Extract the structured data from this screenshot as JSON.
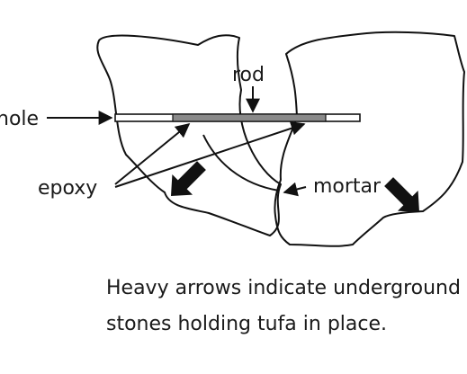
{
  "labels": {
    "rod": "rod",
    "hole": "hole",
    "epoxy": "epoxy",
    "mortar": "mortar"
  },
  "caption": {
    "line1": "Heavy arrows indicate underground",
    "line2": "stones holding tufa in place."
  },
  "colors": {
    "line": "#111111",
    "rod_fill": "#8a8a8a",
    "background": "#ffffff"
  }
}
